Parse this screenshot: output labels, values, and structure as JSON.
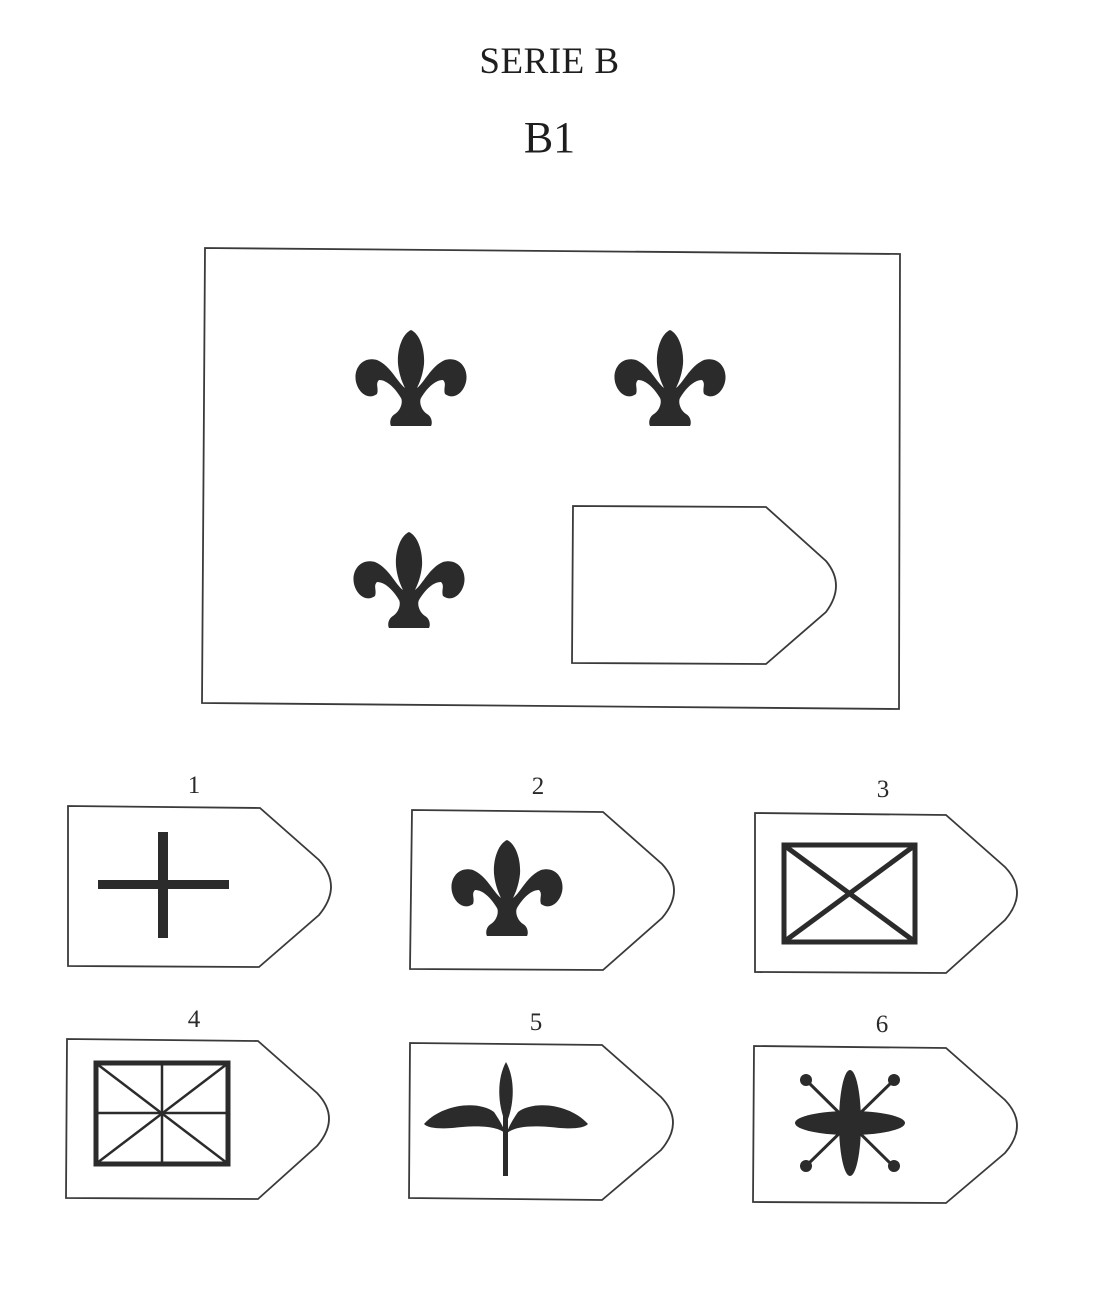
{
  "header": {
    "series": "SERIE B",
    "item": "B1"
  },
  "matrix": {
    "cells": [
      {
        "figure": "fleur-de-lis"
      },
      {
        "figure": "fleur-de-lis"
      },
      {
        "figure": "fleur-de-lis"
      },
      {
        "figure": "blank"
      }
    ]
  },
  "options": [
    {
      "label": "1",
      "figure": "plus-cross"
    },
    {
      "label": "2",
      "figure": "fleur-de-lis"
    },
    {
      "label": "3",
      "figure": "box-with-x"
    },
    {
      "label": "4",
      "figure": "box-with-star-grid"
    },
    {
      "label": "5",
      "figure": "leaf-sprig"
    },
    {
      "label": "6",
      "figure": "flower-with-pins"
    }
  ],
  "colors": {
    "ink": "#2b2b2b",
    "line": "#3a3a3a",
    "background": "#ffffff"
  }
}
